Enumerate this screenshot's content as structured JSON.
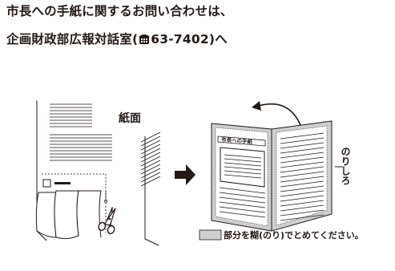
{
  "header": {
    "line1": "市長への手紙に関するお問い合わせは、",
    "line2_prefix": "企画財政部広報対話室(",
    "phone": "63-7402",
    "line2_suffix": ")へ",
    "tel_icon": "telephone-icon"
  },
  "diagram": {
    "paper_label": "紙面",
    "letter_title": "市長への手紙",
    "glue_label": "のりしろ",
    "legend_text": "部分を糊(のり)でとめてください。",
    "scissors_icon": "scissors-icon",
    "arrow_icon": "right-arrow-icon",
    "glue_color": "#cfcfcf"
  }
}
